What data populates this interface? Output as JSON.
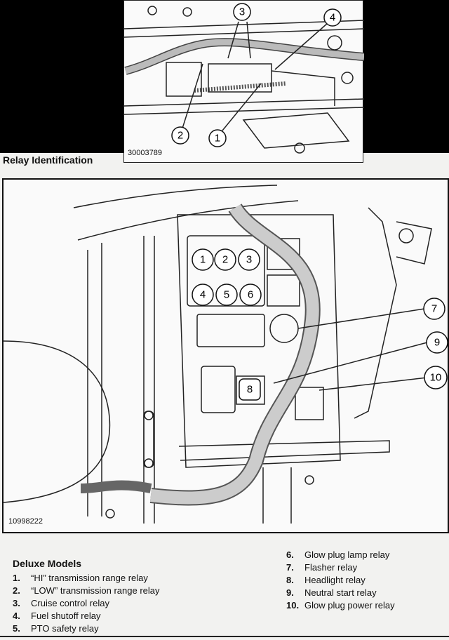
{
  "top_figure": {
    "code": "30003789",
    "callouts": [
      "1",
      "2",
      "3",
      "4"
    ]
  },
  "heading": "Relay Identification",
  "main_figure": {
    "code": "10998222",
    "box_labels": [
      "1",
      "2",
      "3",
      "4",
      "5",
      "6",
      "8"
    ],
    "callouts": [
      "7",
      "9",
      "10"
    ]
  },
  "legend": {
    "title": "Deluxe Models",
    "items": [
      {
        "num": "1.",
        "text": "“HI” transmission range relay"
      },
      {
        "num": "2.",
        "text": "“LOW” transmission range relay"
      },
      {
        "num": "3.",
        "text": "Cruise control relay"
      },
      {
        "num": "4.",
        "text": "Fuel shutoff relay"
      },
      {
        "num": "5.",
        "text": "PTO safety relay"
      },
      {
        "num": "6.",
        "text": "Glow plug lamp relay"
      },
      {
        "num": "7.",
        "text": "Flasher relay"
      },
      {
        "num": "8.",
        "text": "Headlight relay"
      },
      {
        "num": "9.",
        "text": "Neutral start relay"
      },
      {
        "num": "10.",
        "text": "Glow plug power relay"
      }
    ]
  }
}
